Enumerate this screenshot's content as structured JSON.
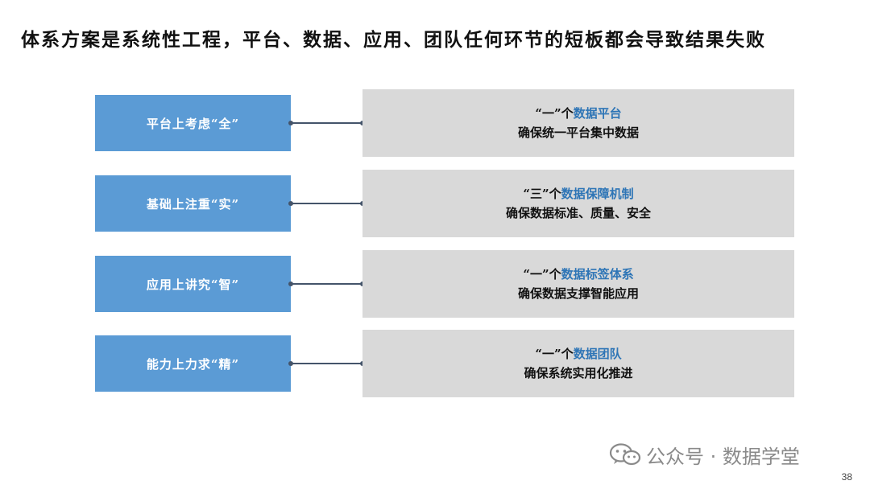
{
  "title": "体系方案是系统性工程，平台、数据、应用、团队任何环节的短板都会导致结果失败",
  "rows": [
    {
      "left": "平台上考虑“全”",
      "prefix": "“一”个",
      "highlight": "数据平台",
      "desc": "确保统一平台集中数据"
    },
    {
      "left": "基础上注重“实”",
      "prefix": "“三”个",
      "highlight": "数据保障机制",
      "desc": "确保数据标准、质量、安全"
    },
    {
      "left": "应用上讲究“智”",
      "prefix": "“一”个",
      "highlight": "数据标签体系",
      "desc": "确保数据支撑智能应用"
    },
    {
      "left": "能力上力求“精”",
      "prefix": "“一”个",
      "highlight": "数据团队",
      "desc": "确保系统实用化推进"
    }
  ],
  "watermark": {
    "icon": "wechat-icon",
    "text": "公众号 · 数据学堂"
  },
  "page_number": "38",
  "colors": {
    "left_box": "#5b9bd5",
    "right_box": "#d9d9d9",
    "highlight": "#2e75b6",
    "connector": "#44546a"
  }
}
